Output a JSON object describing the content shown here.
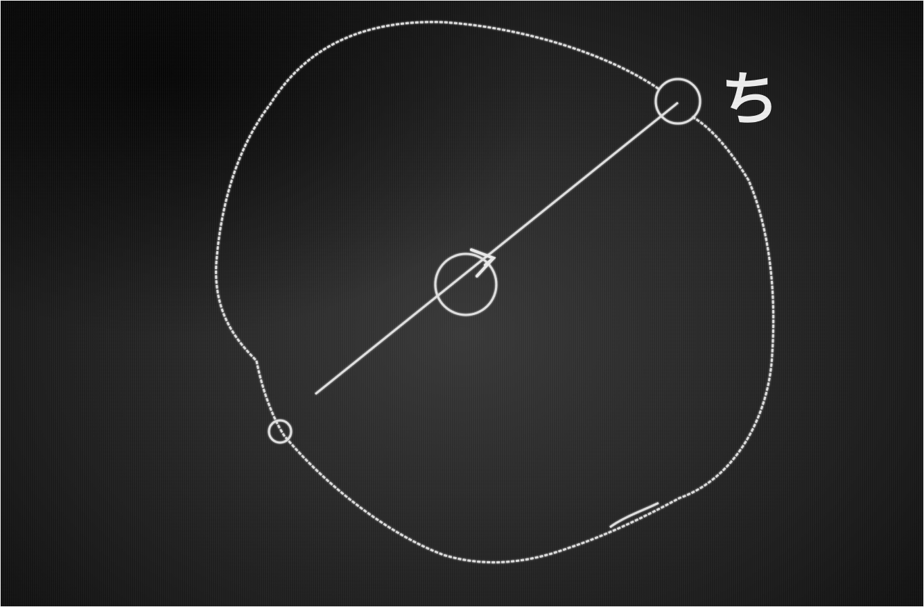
{
  "image": {
    "background_color": "#1f1f1f",
    "stroke_color": "#e8e8e8"
  },
  "annotation": {
    "glyph": "ち"
  },
  "markers": [
    {
      "name": "center-marker"
    },
    {
      "name": "upper-right-marker"
    },
    {
      "name": "lower-left-marker"
    }
  ]
}
